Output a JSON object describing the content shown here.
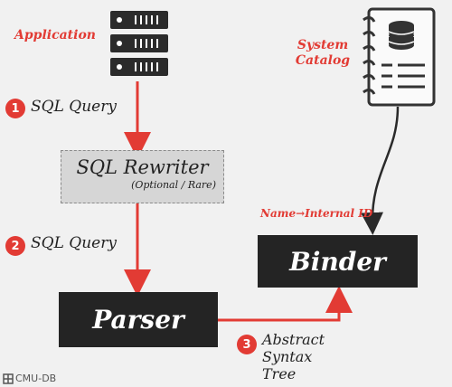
{
  "application_label": "Application",
  "system_catalog_label": "System\nCatalog",
  "steps": [
    {
      "num": "1",
      "label": "SQL Query"
    },
    {
      "num": "2",
      "label": "SQL Query"
    },
    {
      "num": "3",
      "label": "Abstract\nSyntax\nTree"
    }
  ],
  "rewriter": {
    "title": "SQL Rewriter",
    "subtitle": "(Optional / Rare)"
  },
  "binder_label": "Binder",
  "parser_label": "Parser",
  "binder_input_label": "Name→Internal ID",
  "footer_label": "CMU-DB",
  "colors": {
    "accent": "#e23b34",
    "box_dark": "#242424",
    "rewriter_bg": "#d6d6d6"
  }
}
